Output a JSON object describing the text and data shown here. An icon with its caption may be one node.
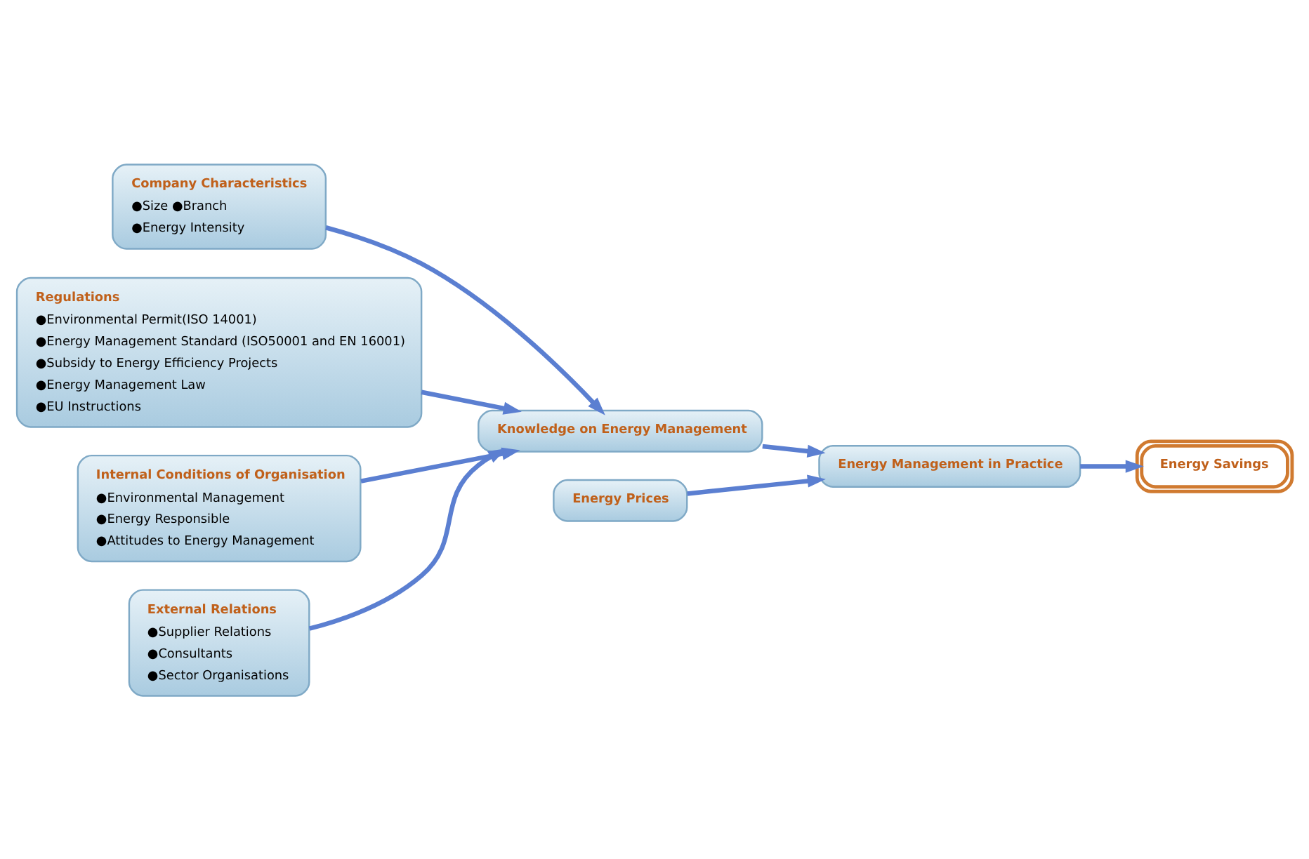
{
  "diagram": {
    "nodes": [
      {
        "text": [
          "Company Characteristics",
          "●Size ●Branch",
          "●Energy Intensity"
        ]
      },
      {
        "text": [
          "Regulations",
          "●Environmental Permit(ISO 14001)",
          "●Energy Management Standard (ISO50001 and EN 16001)",
          "●Subsidy to Energy Efficiency Projects",
          "●Energy Management Law",
          "●EU Instructions"
        ]
      },
      {
        "text": [
          "Knowledge on Energy Management"
        ]
      },
      {
        "text": [
          "Energy Management in Practice"
        ]
      },
      {
        "text": [
          "Energy Savings"
        ]
      },
      {
        "text": [
          "Energy Prices"
        ]
      },
      {
        "text": [
          "Internal Conditions of Organisation",
          "●Environmental Management",
          "●Energy Responsible",
          "●Attitudes to Energy Management"
        ]
      },
      {
        "text": [
          "External Relations",
          "●Supplier Relations",
          "●Consultants",
          "●Sector Organisations"
        ]
      }
    ],
    "edges": [
      {
        "from": 0,
        "to": 2,
        "arrow": "to"
      },
      {
        "from": 1,
        "to": 2,
        "arrow": "to"
      },
      {
        "from": 6,
        "to": 2,
        "arrow": "to"
      },
      {
        "from": 7,
        "to": 2,
        "arrow": "to"
      },
      {
        "from": 2,
        "to": 3,
        "arrow": "to"
      },
      {
        "from": 5,
        "to": 3,
        "arrow": "to"
      },
      {
        "from": 3,
        "to": 4,
        "arrow": "to"
      }
    ]
  }
}
